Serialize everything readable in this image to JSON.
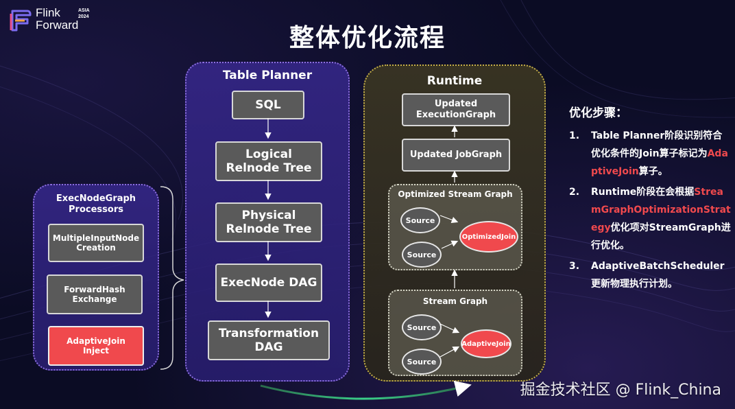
{
  "logo": {
    "line1": "Flink",
    "line2": "Forward",
    "badge_line1": "ASIA",
    "badge_line2": "2024"
  },
  "title": "整体优化流程",
  "left_panel": {
    "title_line1": "ExecNodeGraph",
    "title_line2": "Processors",
    "items": [
      {
        "line1": "MultipleInputNode",
        "line2": "Creation",
        "highlight": false
      },
      {
        "line1": "ForwardHash",
        "line2": "Exchange",
        "highlight": false
      },
      {
        "line1": "AdaptiveJoin",
        "line2": "Inject",
        "highlight": true
      }
    ]
  },
  "table_planner": {
    "title": "Table Planner",
    "boxes": [
      {
        "line1": "SQL",
        "line2": ""
      },
      {
        "line1": "Logical",
        "line2": "Relnode Tree"
      },
      {
        "line1": "Physical",
        "line2": "Relnode Tree"
      },
      {
        "line1": "ExecNode DAG",
        "line2": ""
      },
      {
        "line1": "Transformation",
        "line2": "DAG"
      }
    ]
  },
  "runtime": {
    "title": "Runtime",
    "updated_execution_graph": {
      "line1": "Updated",
      "line2": "ExecutionGraph"
    },
    "updated_job_graph": "Updated JobGraph",
    "optimized_stream_graph": {
      "title": "Optimized Stream Graph",
      "source1": "Source",
      "source2": "Source",
      "join": "OptimizedJoin"
    },
    "stream_graph": {
      "title": "Stream Graph",
      "source1": "Source",
      "source2": "Source",
      "join": "AdaptiveJoin"
    }
  },
  "steps": {
    "title": "优化步骤：",
    "items": [
      {
        "num": "1.",
        "parts": [
          {
            "text": "Table Planner阶段识别符合优化条件的Join算子标记为",
            "hl": false
          },
          {
            "text": "AdaptiveJoin",
            "hl": true
          },
          {
            "text": "算子。",
            "hl": false
          }
        ]
      },
      {
        "num": "2.",
        "parts": [
          {
            "text": "Runtime阶段在会根据",
            "hl": false
          },
          {
            "text": "StreamGraphOptimizationStrategy",
            "hl": true
          },
          {
            "text": "优化项对StreamGraph进行优化。",
            "hl": false
          }
        ]
      },
      {
        "num": "3.",
        "parts": [
          {
            "text": "AdaptiveBatchScheduler更新物理执行计划。",
            "hl": false
          }
        ]
      }
    ]
  },
  "watermark": "掘金技术社区 @ Flink_China",
  "colors": {
    "highlight": "#f0494d",
    "planner_border": "#8e6fe0",
    "runtime_border": "#c9b24a",
    "box_fill": "#5a5a5a",
    "background": "#0b0c24"
  }
}
